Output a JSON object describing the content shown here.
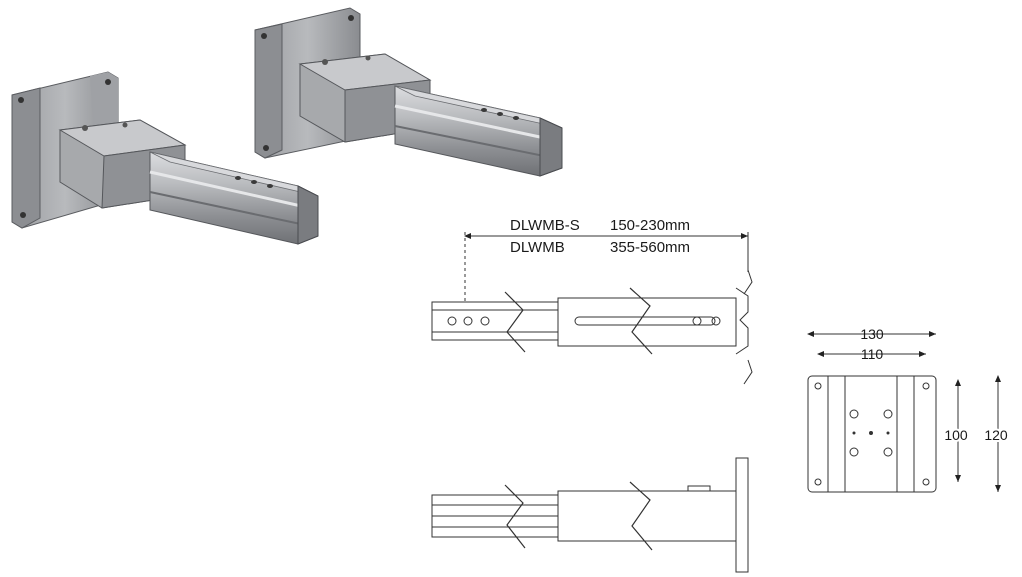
{
  "spec": {
    "rows": [
      {
        "model": "DLWMB-S",
        "range": "150-230mm"
      },
      {
        "model": "DLWMB",
        "range": "355-560mm"
      }
    ]
  },
  "plate": {
    "outer_width": "130",
    "inner_width": "110",
    "inner_height": "100",
    "outer_height": "120"
  },
  "colors": {
    "metal_light": "#c9cacc",
    "metal_mid": "#a9abae",
    "metal_dark": "#7d7f83",
    "line": "#333333"
  }
}
